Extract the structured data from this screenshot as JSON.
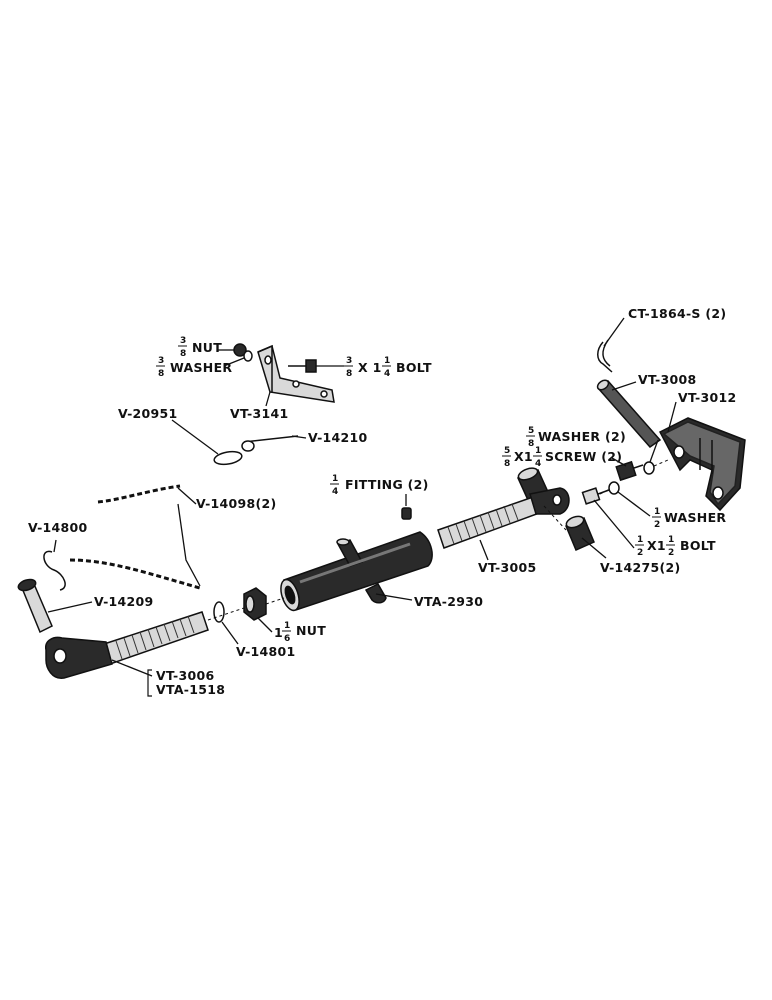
{
  "labels": {
    "ct1864s": "CT-1864-S (2)",
    "vt3008": "VT-3008",
    "vt3012": "VT-3012",
    "washer58_num": "5",
    "washer58_den": "8",
    "washer58_text": "WASHER (2)",
    "screw_a_num": "5",
    "screw_a_den": "8",
    "screw_x": "X1",
    "screw_b_num": "1",
    "screw_b_den": "4",
    "screw_text": "SCREW (2)",
    "washer12_num": "1",
    "washer12_den": "2",
    "washer12_text": "WASHER",
    "bolt12_a_num": "1",
    "bolt12_a_den": "2",
    "bolt12_x": "X1",
    "bolt12_b_num": "1",
    "bolt12_b_den": "2",
    "bolt12_text": "BOLT",
    "v14275": "V-14275(2)",
    "vt3005": "VT-3005",
    "fitting_num": "1",
    "fitting_den": "4",
    "fitting_text": "FITTING (2)",
    "vta2930": "VTA-2930",
    "nut116_whole": "1",
    "nut116_num": "1",
    "nut116_den": "6",
    "nut116_text": "NUT",
    "v14801": "V-14801",
    "vt3006": "VT-3006",
    "vta1518": "VTA-1518",
    "v14209": "V-14209",
    "v14800": "V-14800",
    "v14098": "V-14098(2)",
    "v20951": "V-20951",
    "v14210": "V-14210",
    "vt3141": "VT-3141",
    "nut38_num": "3",
    "nut38_den": "8",
    "nut38_text": "NUT",
    "washer38_num": "3",
    "washer38_den": "8",
    "washer38_text": "WASHER",
    "bolt38_num": "3",
    "bolt38_den": "8",
    "bolt38_x": "X 1",
    "bolt38_b_num": "1",
    "bolt38_b_den": "4",
    "bolt38_text": "BOLT"
  },
  "colors": {
    "ink": "#111111",
    "metal_dark": "#2a2a2a",
    "metal_light": "#d9d9d9"
  }
}
